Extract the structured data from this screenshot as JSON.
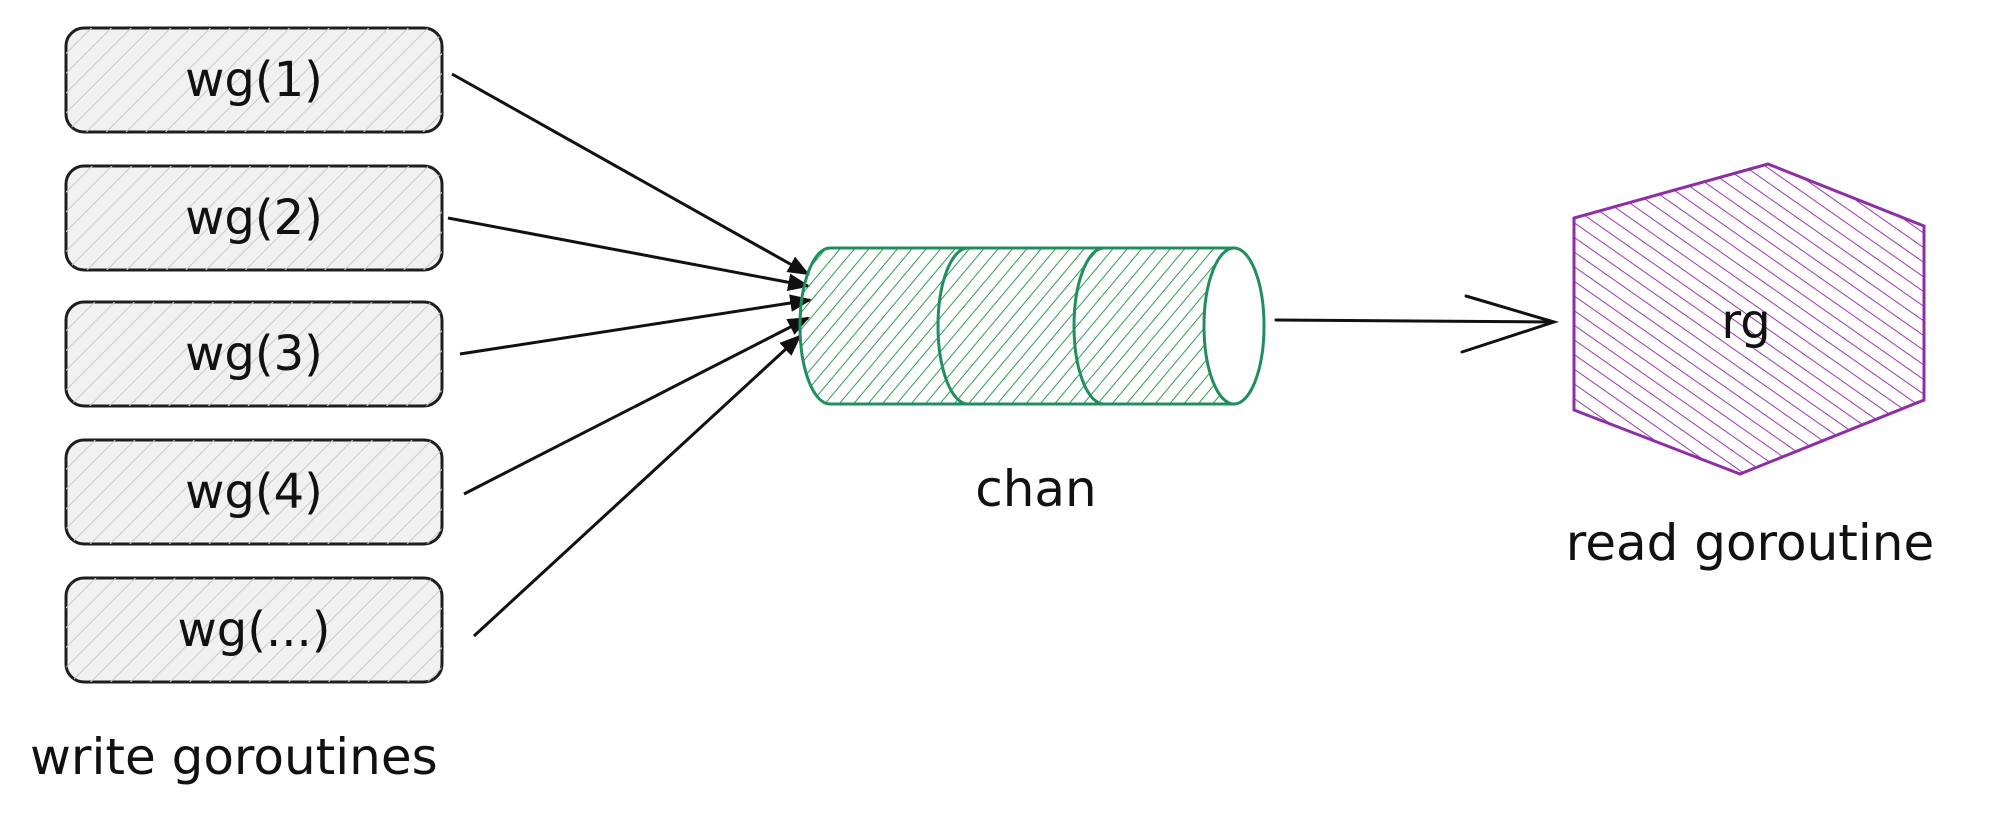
{
  "writers": {
    "caption": "write goroutines",
    "items": [
      {
        "label": "wg(1)"
      },
      {
        "label": "wg(2)"
      },
      {
        "label": "wg(3)"
      },
      {
        "label": "wg(4)"
      },
      {
        "label": "wg(...)"
      }
    ]
  },
  "channel": {
    "label": "chan",
    "color": "#1f8f5f"
  },
  "reader": {
    "label": "rg",
    "caption": "read goroutine",
    "color": "#8e2da6"
  },
  "colors": {
    "writer_fill": "#f1f1f1",
    "writer_stroke": "#1e1e1e",
    "writer_hatch": "#c7c7c7",
    "arrow": "#111111"
  }
}
